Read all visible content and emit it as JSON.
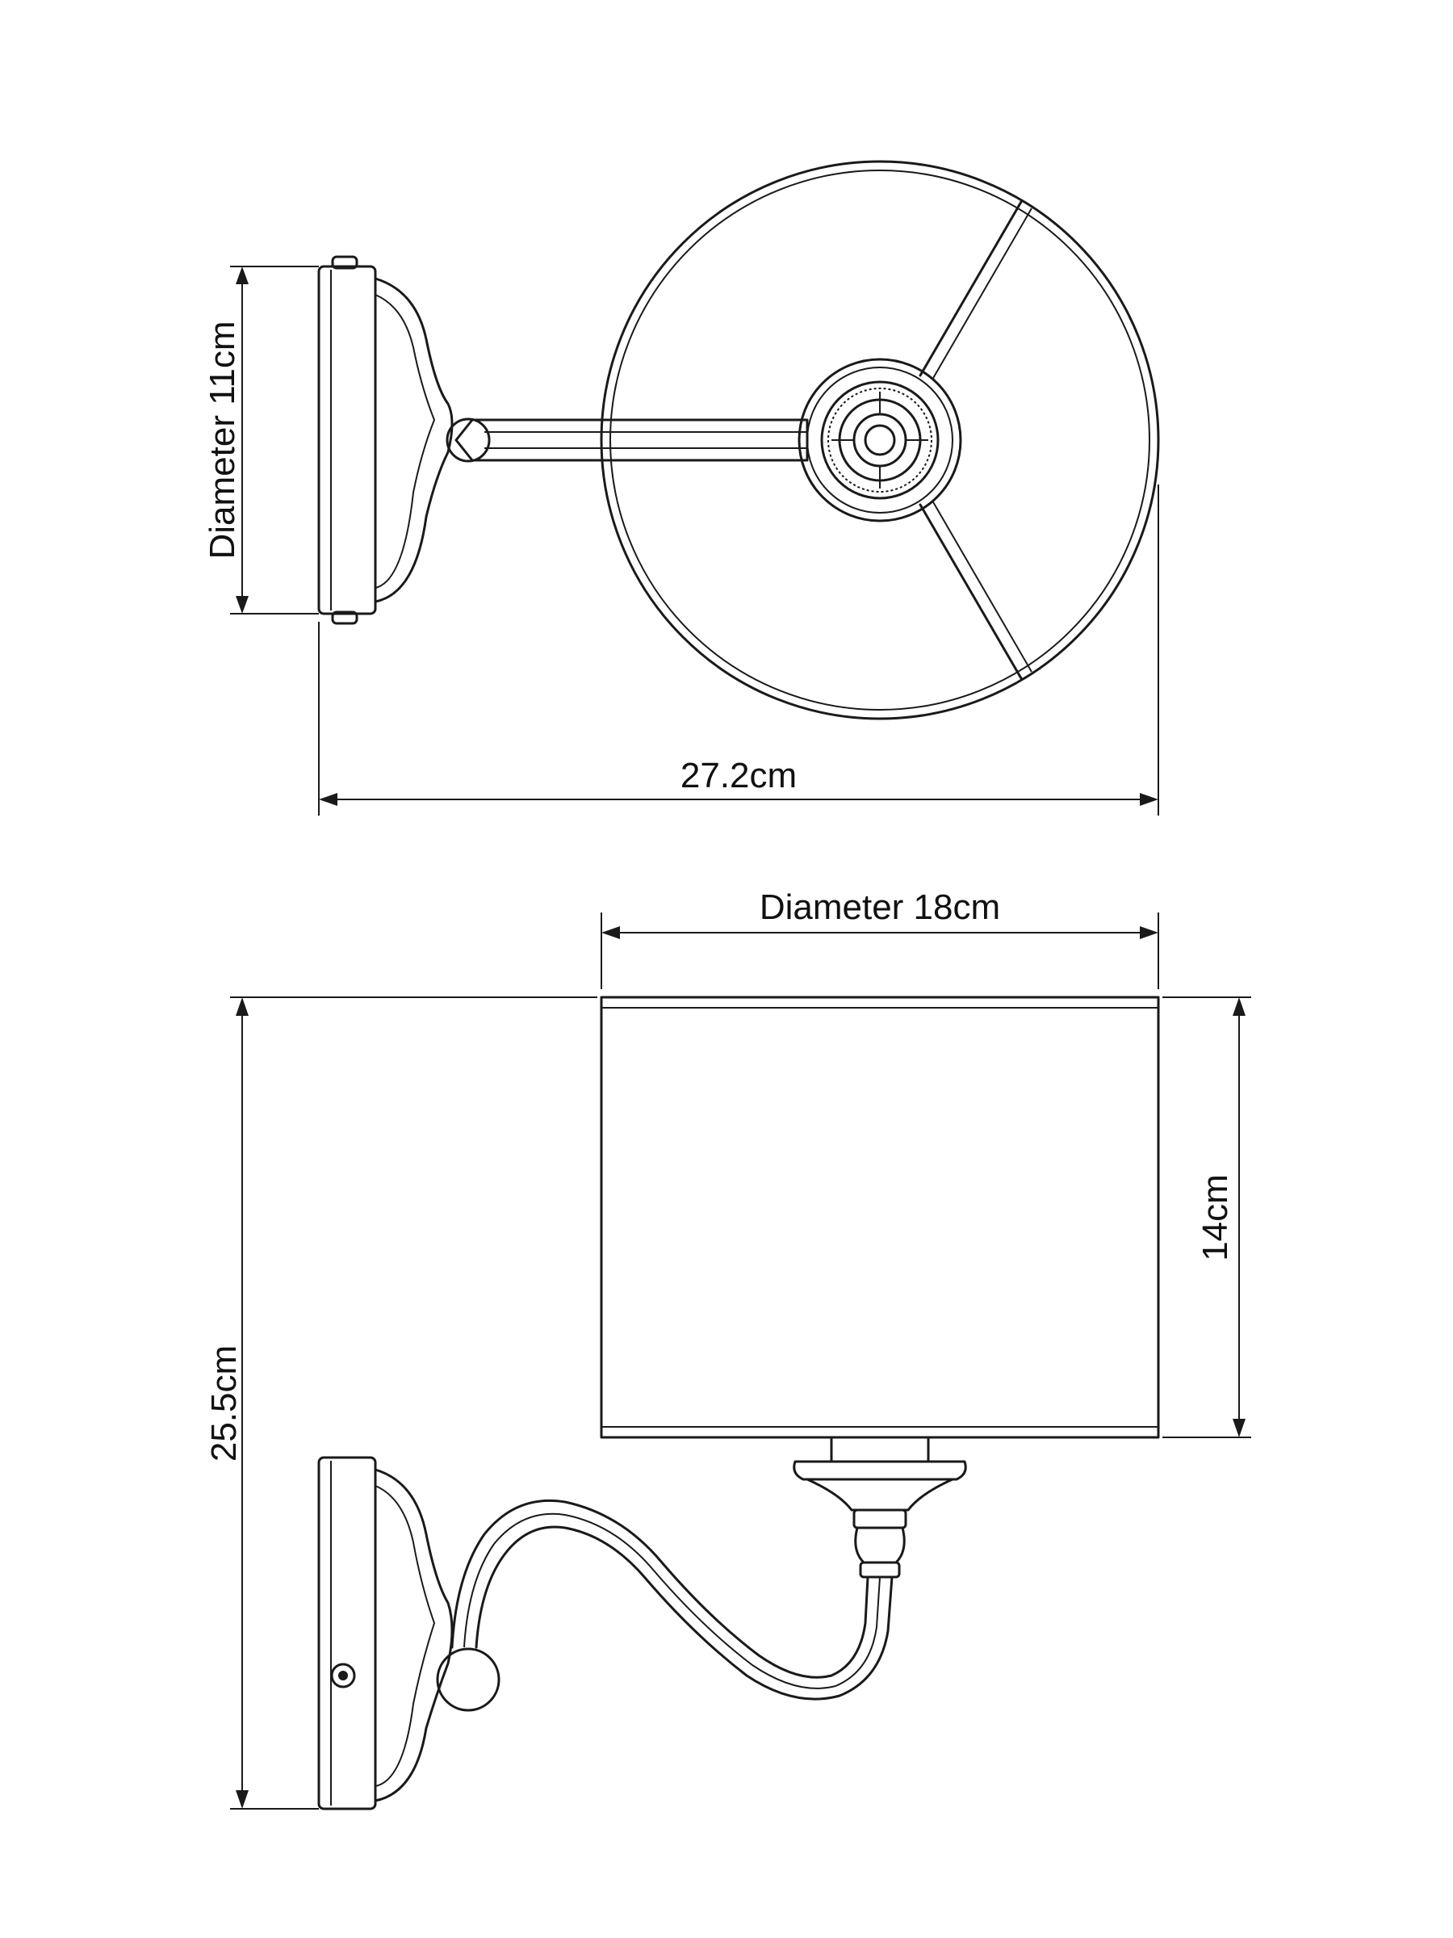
{
  "dimensions": {
    "backplate_diameter": "Diameter 11cm",
    "projection": "27.2cm",
    "shade_diameter": "Diameter 18cm",
    "shade_height": "14cm",
    "overall_height": "25.5cm"
  },
  "colors": {
    "line": "#1a1a1a",
    "background": "#ffffff"
  }
}
